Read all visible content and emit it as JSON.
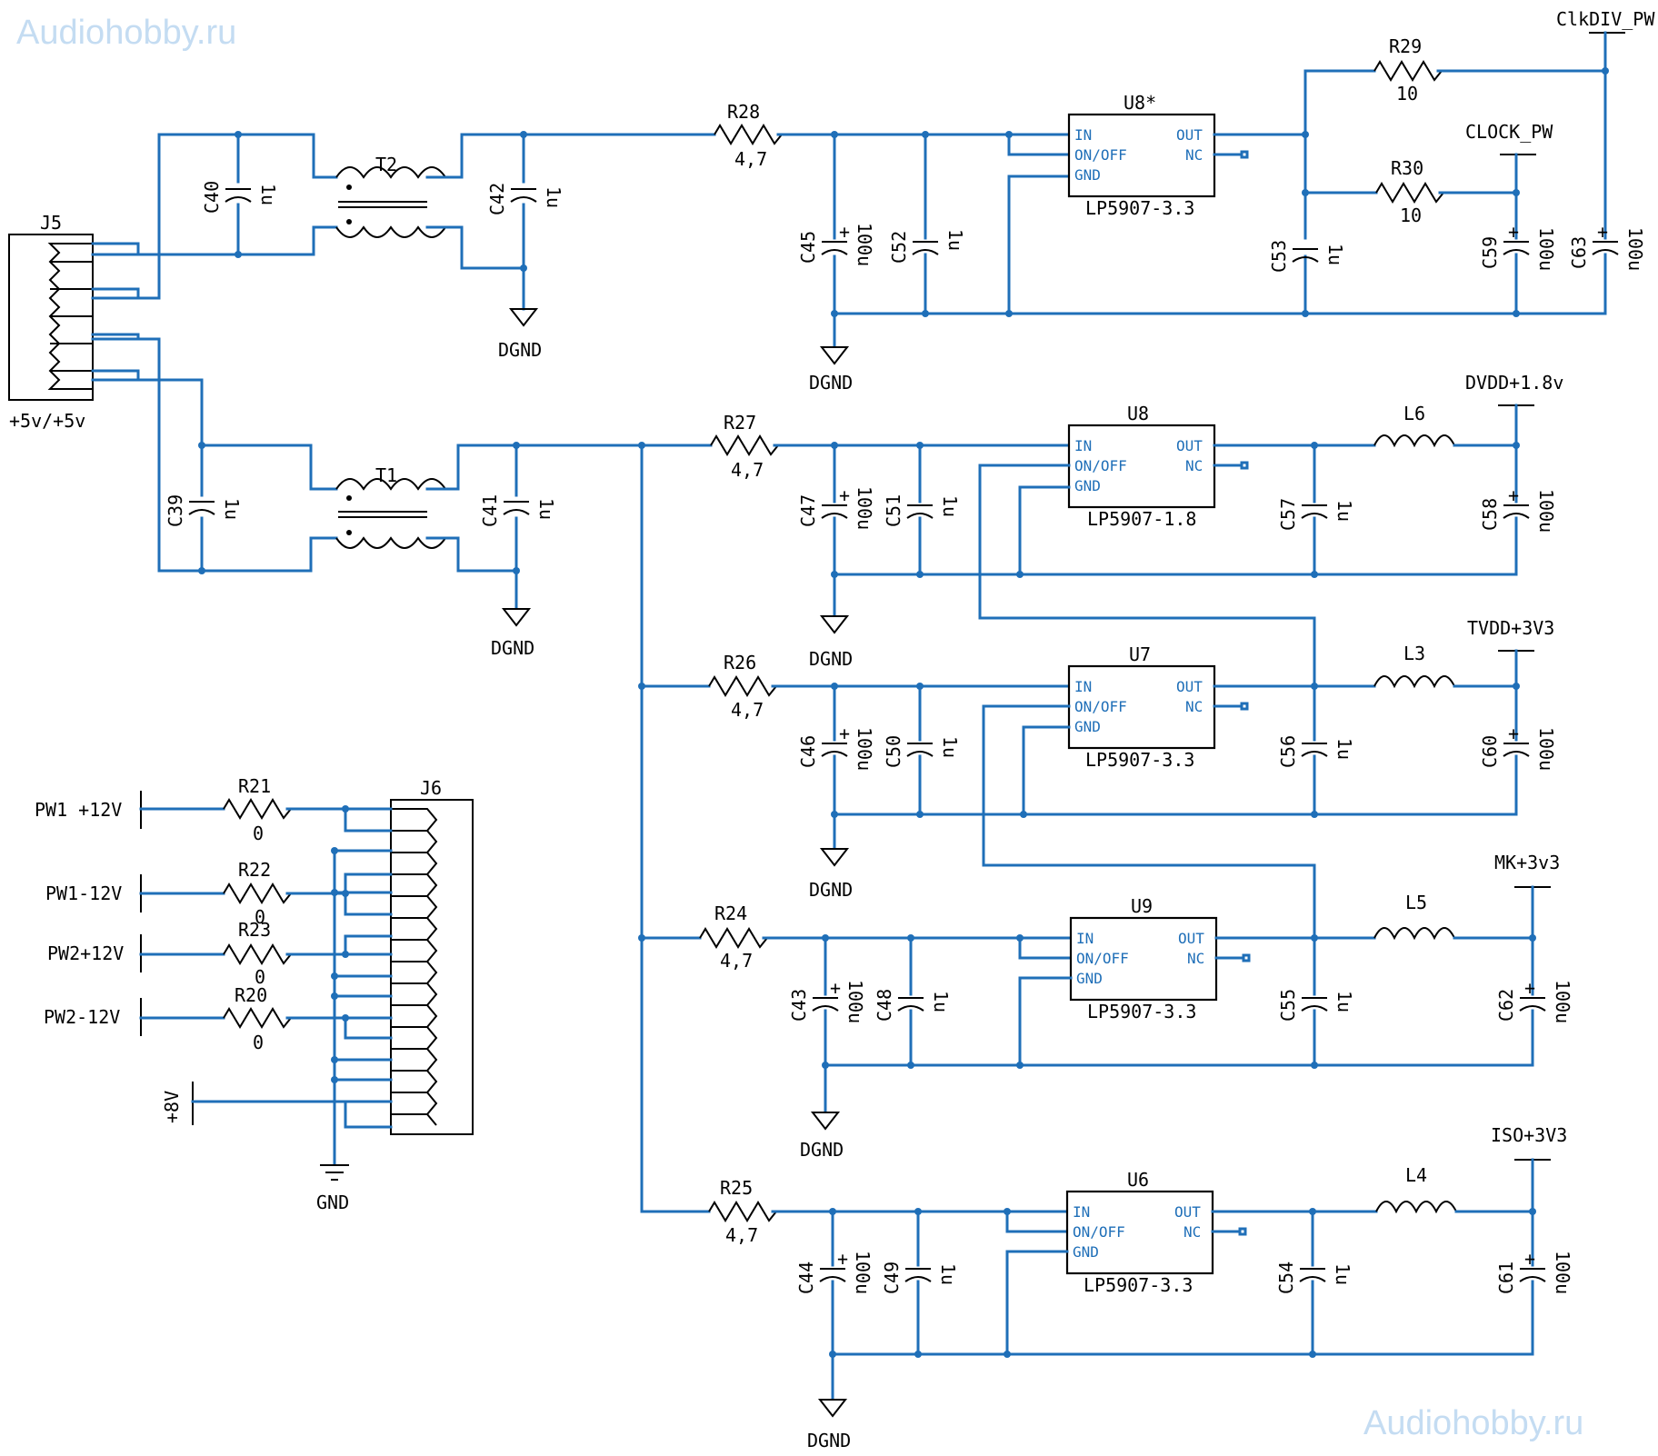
{
  "watermark": "Audiohobby.ru",
  "connectors": {
    "J5": {
      "ref": "J5",
      "label": "+5v/+5v"
    },
    "J6": {
      "ref": "J6"
    }
  },
  "ports": {
    "pw1p": "PW1 +12V",
    "pw1n": "PW1-12V",
    "pw2p": "PW2+12V",
    "pw2n": "PW2-12V",
    "v8": "+8V",
    "gnd": "GND",
    "dgnd": "DGND",
    "clkdiv": "ClkDIV_PW",
    "clock": "CLOCK_PW",
    "dvdd": "DVDD+1.8v",
    "tvdd": "TVDD+3V3",
    "mk": "MK+3v3",
    "iso": "ISO+3V3"
  },
  "transformers": {
    "T1": "T1",
    "T2": "T2"
  },
  "pins": {
    "in": "IN",
    "onoff": "ON/OFF",
    "gnd": "GND",
    "out": "OUT",
    "nc": "NC"
  },
  "regulators": [
    {
      "ref": "U8*",
      "part": "LP5907-3.3"
    },
    {
      "ref": "U8",
      "part": "LP5907-1.8"
    },
    {
      "ref": "U7",
      "part": "LP5907-3.3"
    },
    {
      "ref": "U9",
      "part": "LP5907-3.3"
    },
    {
      "ref": "U6",
      "part": "LP5907-3.3"
    }
  ],
  "resistors": [
    {
      "ref": "R28",
      "value": "4,7"
    },
    {
      "ref": "R27",
      "value": "4,7"
    },
    {
      "ref": "R26",
      "value": "4,7"
    },
    {
      "ref": "R24",
      "value": "4,7"
    },
    {
      "ref": "R25",
      "value": "4,7"
    },
    {
      "ref": "R29",
      "value": "10"
    },
    {
      "ref": "R30",
      "value": "10"
    },
    {
      "ref": "R21",
      "value": "0"
    },
    {
      "ref": "R22",
      "value": "0"
    },
    {
      "ref": "R23",
      "value": "0"
    },
    {
      "ref": "R20",
      "value": "0"
    }
  ],
  "capacitors": [
    {
      "ref": "C40",
      "value": "1u"
    },
    {
      "ref": "C42",
      "value": "1u"
    },
    {
      "ref": "C39",
      "value": "1u"
    },
    {
      "ref": "C41",
      "value": "1u"
    },
    {
      "ref": "C45",
      "value": "100u"
    },
    {
      "ref": "C52",
      "value": "1u"
    },
    {
      "ref": "C53",
      "value": "1u"
    },
    {
      "ref": "C59",
      "value": "100u"
    },
    {
      "ref": "C63",
      "value": "100u"
    },
    {
      "ref": "C47",
      "value": "100u"
    },
    {
      "ref": "C51",
      "value": "1u"
    },
    {
      "ref": "C57",
      "value": "1u"
    },
    {
      "ref": "C58",
      "value": "100u"
    },
    {
      "ref": "C46",
      "value": "100u"
    },
    {
      "ref": "C50",
      "value": "1u"
    },
    {
      "ref": "C56",
      "value": "1u"
    },
    {
      "ref": "C60",
      "value": "100u"
    },
    {
      "ref": "C43",
      "value": "100u"
    },
    {
      "ref": "C48",
      "value": "1u"
    },
    {
      "ref": "C55",
      "value": "1u"
    },
    {
      "ref": "C62",
      "value": "100u"
    },
    {
      "ref": "C44",
      "value": "100u"
    },
    {
      "ref": "C49",
      "value": "1u"
    },
    {
      "ref": "C54",
      "value": "1u"
    },
    {
      "ref": "C61",
      "value": "100u"
    }
  ],
  "inductors": [
    {
      "ref": "L6"
    },
    {
      "ref": "L3"
    },
    {
      "ref": "L5"
    },
    {
      "ref": "L4"
    }
  ],
  "colors": {
    "wire": "#1f6fb8",
    "component": "#000000",
    "watermark": "#c4dcf2"
  }
}
